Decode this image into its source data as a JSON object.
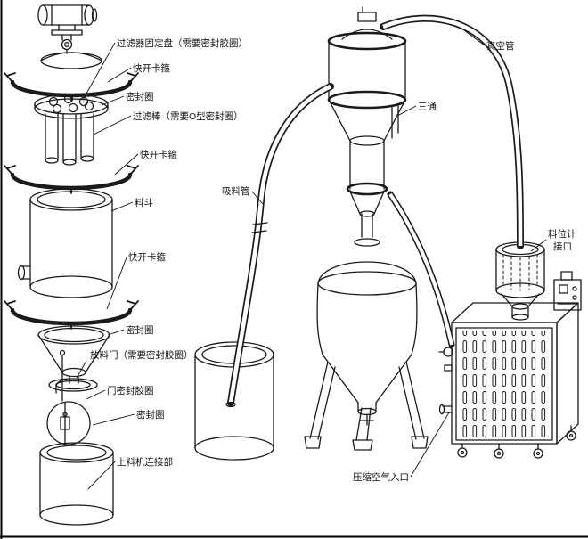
{
  "colors": {
    "line": "#1a1a1a",
    "background": "#ffffff",
    "text": "#111111"
  },
  "labels": {
    "filter_plate": "过滤器固定盘（需要密封胶圈）",
    "quick_clamp_1": "快开卡箍",
    "seal_ring_1": "密封圈",
    "filter_rod": "过滤棒（需要O型密封圈）",
    "quick_clamp_2": "快开卡箍",
    "hopper": "料斗",
    "quick_clamp_3": "快开卡箍",
    "seal_ring_2": "密封圈",
    "discharge_door": "放料门（需要密封胶圈）",
    "door_seal_ring": "门密封胶圈",
    "seal_ring_3": "密封圈",
    "feeder_connection": "上料机连接部",
    "suction_pipe": "吸料管",
    "vacuum_pipe": "真空管",
    "tee_joint": "三通",
    "level_port_line1": "料位计",
    "level_port_line2": "接口",
    "compressed_air_inlet": "压缩空气入口"
  }
}
